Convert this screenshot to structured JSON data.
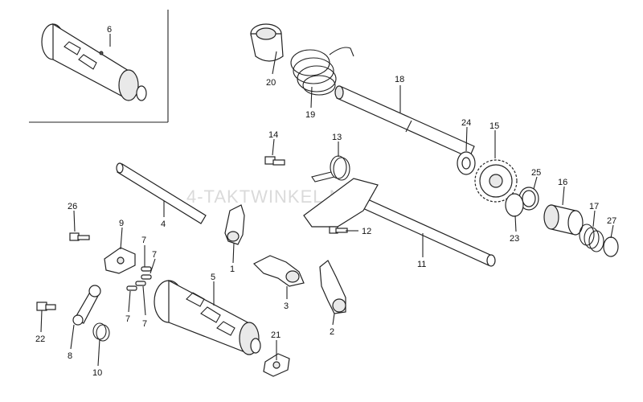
{
  "watermark": "4-TAKTWINKEL.NL",
  "callouts": [
    {
      "id": "p6",
      "text": "6"
    },
    {
      "id": "p20",
      "text": "20"
    },
    {
      "id": "p19",
      "text": "19"
    },
    {
      "id": "p18",
      "text": "18"
    },
    {
      "id": "p24",
      "text": "24"
    },
    {
      "id": "p15",
      "text": "15"
    },
    {
      "id": "p14",
      "text": "14"
    },
    {
      "id": "p13",
      "text": "13"
    },
    {
      "id": "p25",
      "text": "25"
    },
    {
      "id": "p16",
      "text": "16"
    },
    {
      "id": "p17",
      "text": "17"
    },
    {
      "id": "p27",
      "text": "27"
    },
    {
      "id": "p23",
      "text": "23"
    },
    {
      "id": "p26",
      "text": "26"
    },
    {
      "id": "p9",
      "text": "9"
    },
    {
      "id": "p4",
      "text": "4"
    },
    {
      "id": "p12",
      "text": "12"
    },
    {
      "id": "p11",
      "text": "11"
    },
    {
      "id": "p1",
      "text": "1"
    },
    {
      "id": "p7a",
      "text": "7"
    },
    {
      "id": "p7b",
      "text": "7"
    },
    {
      "id": "p7c",
      "text": "7"
    },
    {
      "id": "p7d",
      "text": "7"
    },
    {
      "id": "p5",
      "text": "5"
    },
    {
      "id": "p3",
      "text": "3"
    },
    {
      "id": "p2",
      "text": "2"
    },
    {
      "id": "p22",
      "text": "22"
    },
    {
      "id": "p8",
      "text": "8"
    },
    {
      "id": "p21",
      "text": "21"
    },
    {
      "id": "p10",
      "text": "10"
    }
  ]
}
